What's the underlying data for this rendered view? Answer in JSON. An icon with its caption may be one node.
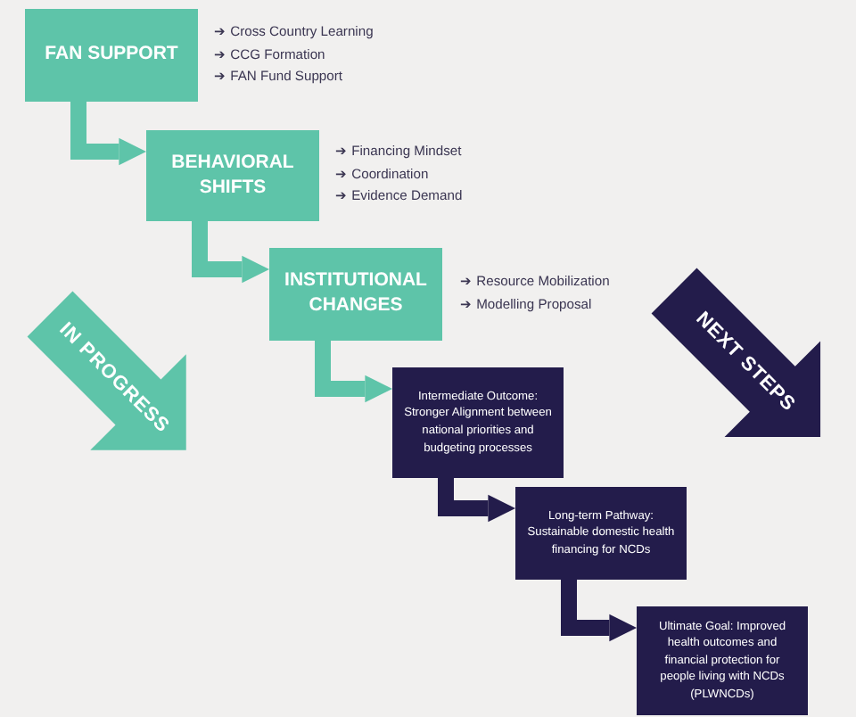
{
  "diagram": {
    "nodes": [
      {
        "text": [
          "FAN SUPPORT"
        ],
        "beside": [
          "➔ Cross Country Learning",
          "➔ CCG Formation",
          "➔ FAN Fund Support"
        ]
      },
      {
        "text": [
          "BEHAVIORAL SHIFTS"
        ],
        "beside": [
          "➔ Financing Mindset",
          "➔ Coordination",
          "➔ Evidence Demand"
        ]
      },
      {
        "text": [
          "INSTITUTIONAL CHANGES"
        ],
        "beside": [
          "➔ Resource Mobilization",
          "➔ Modelling Proposal"
        ]
      },
      {
        "text": [
          "Intermediate Outcome: Stronger Alignment between national priorities and budgeting processes"
        ]
      },
      {
        "text": [
          "Long-term Pathway: Sustainable domestic health financing for NCDs"
        ]
      },
      {
        "text": [
          "Ultimate Goal: Improved health outcomes and financial protection for people living with NCDs (PLWNCDs)"
        ]
      }
    ],
    "edges": [
      {
        "from": 0,
        "to": 1,
        "arrow": "to"
      },
      {
        "from": 1,
        "to": 2,
        "arrow": "to"
      },
      {
        "from": 2,
        "to": 3,
        "arrow": "to"
      },
      {
        "from": 3,
        "to": 4,
        "arrow": "to",
        "color": "#231c4b"
      },
      {
        "from": 4,
        "to": 5,
        "arrow": "to",
        "color": "#231c4b"
      }
    ],
    "labels": [
      "IN PROGRESS",
      "NEXT STEPS"
    ]
  }
}
